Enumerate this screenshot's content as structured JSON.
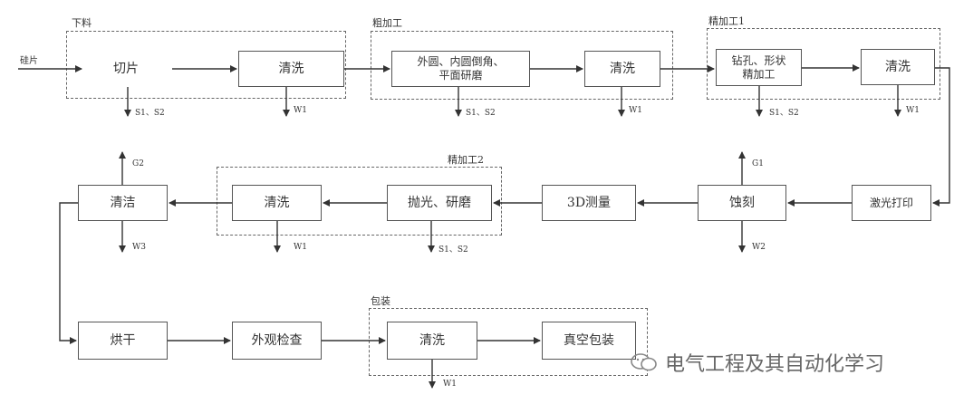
{
  "groups": {
    "feed": "下料",
    "rough": "粗加工",
    "fine1": "精加工1",
    "fine2": "精加工2",
    "pack": "包装"
  },
  "input_label": "硅片",
  "steps": {
    "slice": "切片",
    "wash1": "清洗",
    "rough": "外圆、内圆倒角、\n平面研磨",
    "wash2": "清洗",
    "drill": "钻孔、形状\n精加工",
    "wash3": "清洗",
    "laser": "激光打印",
    "etch": "蚀刻",
    "measure": "3D测量",
    "polish": "抛光、研磨",
    "wash4": "清洗",
    "clean": "清洁",
    "dry": "烘干",
    "inspect": "外观检查",
    "wash5": "清洗",
    "vacuum": "真空包装"
  },
  "emissions": {
    "s12": "S1、S2",
    "w1": "W1",
    "w2": "W2",
    "w3": "W3",
    "g1": "G1",
    "g2": "G2"
  },
  "watermark": "电气工程及其自动化学习",
  "colors": {
    "line": "#333333",
    "box_border": "#555555",
    "dashed": "#666666",
    "watermark": "#666666"
  }
}
